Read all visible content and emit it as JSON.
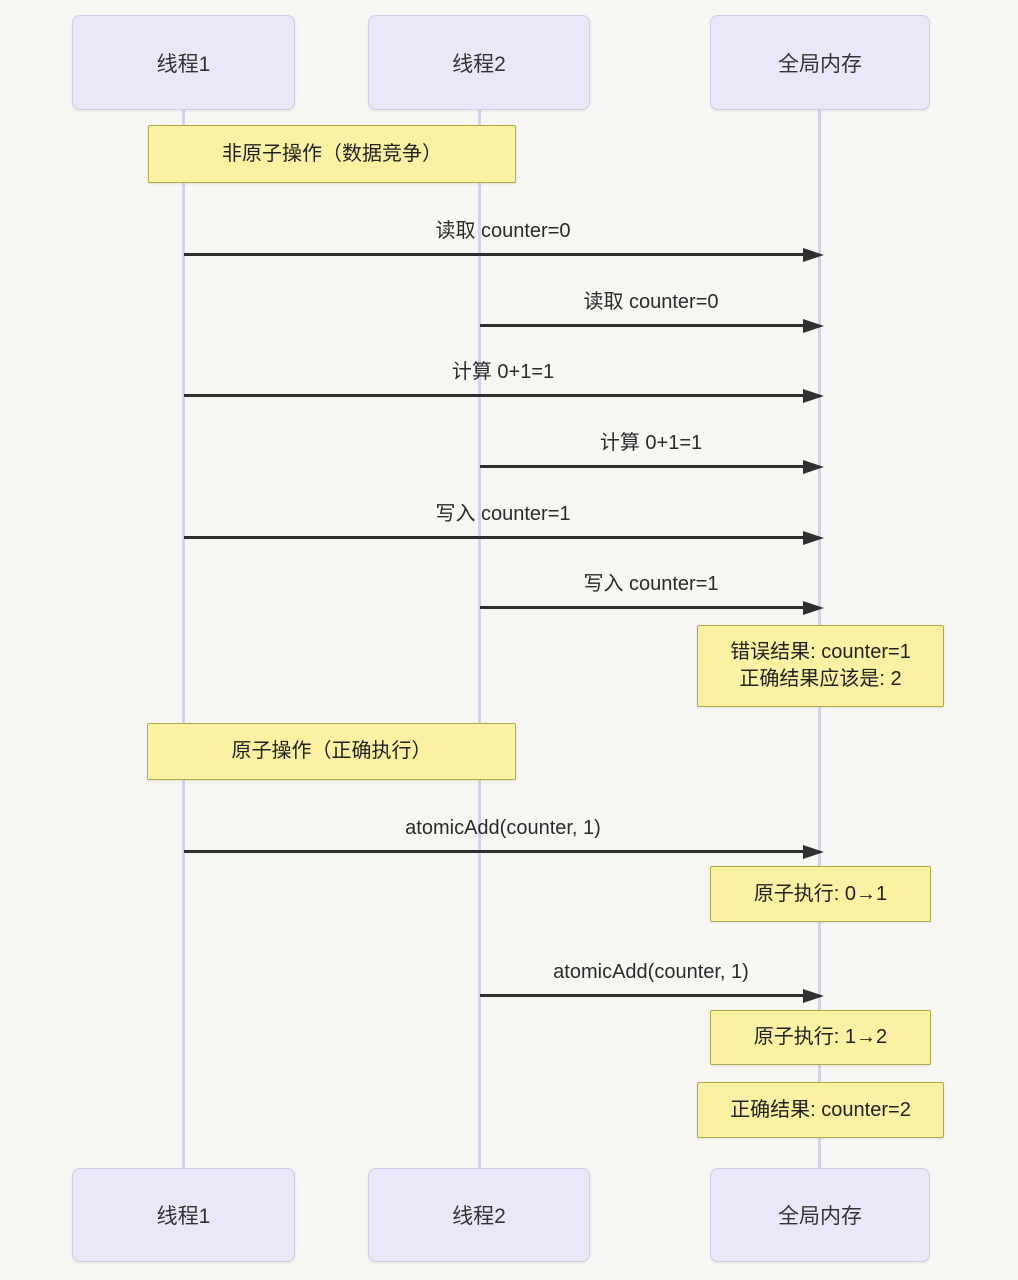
{
  "participants": [
    {
      "id": "thread1",
      "label": "线程1"
    },
    {
      "id": "thread2",
      "label": "线程2"
    },
    {
      "id": "global-memory",
      "label": "全局内存"
    }
  ],
  "messages": [
    {
      "from": "线程1",
      "to": "全局内存",
      "label": "读取 counter=0"
    },
    {
      "from": "线程2",
      "to": "全局内存",
      "label": "读取 counter=0"
    },
    {
      "from": "线程1",
      "to": "全局内存",
      "label": "计算 0+1=1"
    },
    {
      "from": "线程2",
      "to": "全局内存",
      "label": "计算 0+1=1"
    },
    {
      "from": "线程1",
      "to": "全局内存",
      "label": "写入 counter=1"
    },
    {
      "from": "线程2",
      "to": "全局内存",
      "label": "写入 counter=1"
    },
    {
      "from": "线程1",
      "to": "全局内存",
      "label": "atomicAdd(counter, 1)"
    },
    {
      "from": "线程2",
      "to": "全局内存",
      "label": "atomicAdd(counter, 1)"
    }
  ],
  "notes": [
    {
      "text": "非原子操作（数据竞争）"
    },
    {
      "line1": "错误结果: counter=1",
      "line2": "正确结果应该是: 2"
    },
    {
      "text": "原子操作（正确执行）"
    },
    {
      "text": "原子执行: 0→1"
    },
    {
      "text": "原子执行: 1→2"
    },
    {
      "text": "正确结果: counter=2"
    }
  ],
  "colors": {
    "background": "#f7f6f3",
    "participant_fill": "#e9e8f8",
    "participant_border": "#cfcbe8",
    "note_fill": "#faf2a2",
    "note_border": "#b1ab47",
    "arrow": "#2f2f2f",
    "lifeline": "#d6d0ea"
  }
}
